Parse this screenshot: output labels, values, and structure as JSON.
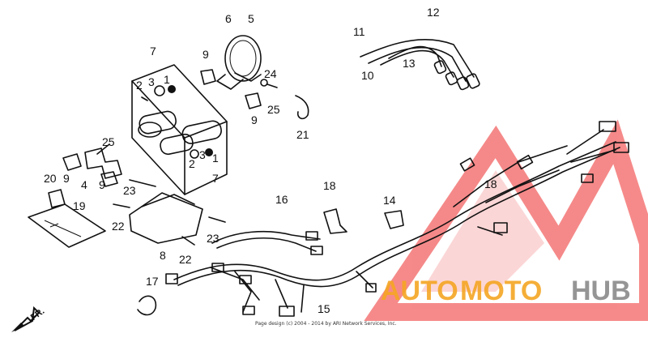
{
  "parts": [
    {
      "num": "1"
    },
    {
      "num": "2"
    },
    {
      "num": "3"
    },
    {
      "num": "4"
    },
    {
      "num": "5"
    },
    {
      "num": "6"
    },
    {
      "num": "7"
    },
    {
      "num": "8"
    },
    {
      "num": "9"
    },
    {
      "num": "10"
    },
    {
      "num": "11"
    },
    {
      "num": "12"
    },
    {
      "num": "13"
    },
    {
      "num": "14"
    },
    {
      "num": "15"
    },
    {
      "num": "16"
    },
    {
      "num": "17"
    },
    {
      "num": "18"
    },
    {
      "num": "19"
    },
    {
      "num": "20"
    },
    {
      "num": "21"
    },
    {
      "num": "22"
    },
    {
      "num": "23"
    },
    {
      "num": "24"
    },
    {
      "num": "25"
    }
  ],
  "direction_label": "FR.",
  "watermark": {
    "part1": "AUTO",
    "part2": "MOTO",
    "part3": "HUB",
    "color_red": "#ee2a2a",
    "color_orange": "#f5a623",
    "color_gray": "#8a8a8a"
  },
  "copyright": "Page design (c) 2004 - 2014 by ARI Network Services, Inc."
}
